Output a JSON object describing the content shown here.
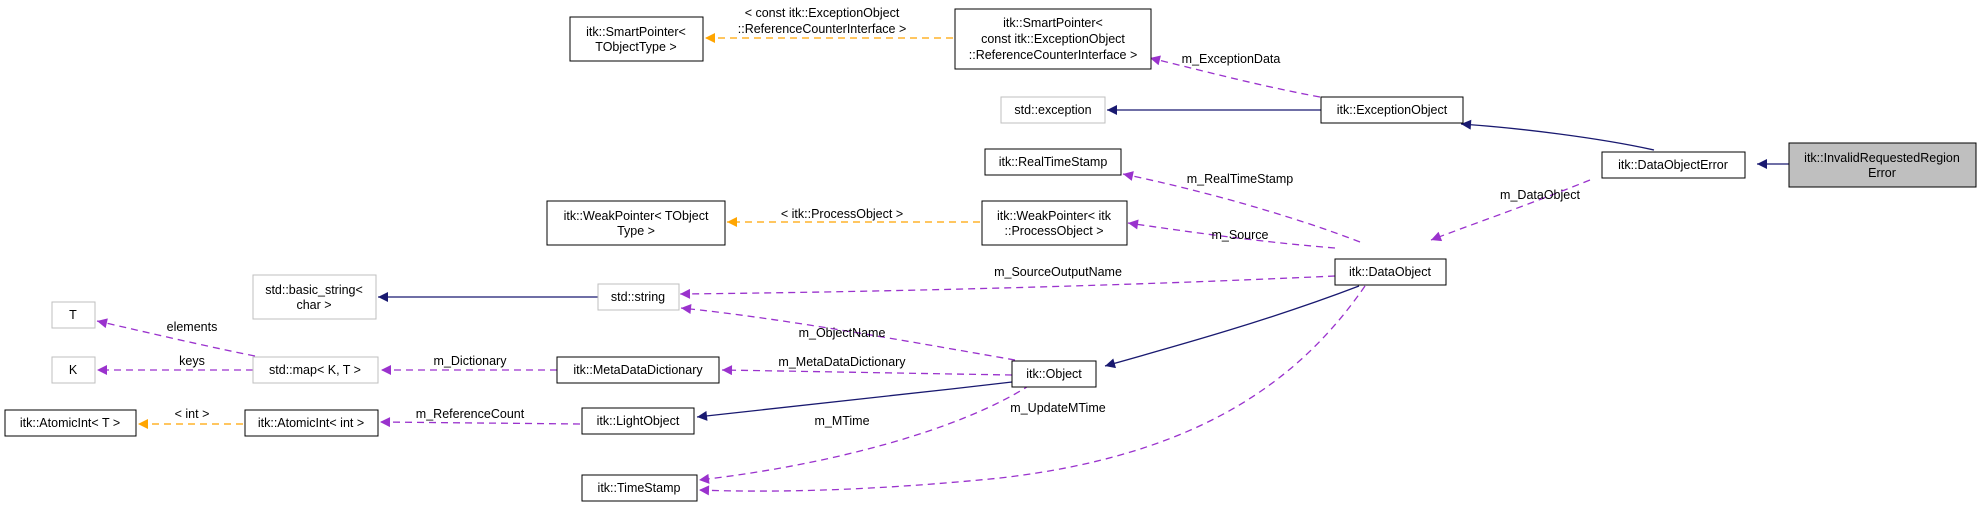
{
  "diagram": {
    "nodes": [
      {
        "id": "invalid",
        "lines": [
          "itk::InvalidRequestedRegion",
          "Error"
        ],
        "style": "focus"
      },
      {
        "id": "dataobjecterror",
        "lines": [
          "itk::DataObjectError"
        ],
        "style": "normal"
      },
      {
        "id": "exceptionobject",
        "lines": [
          "itk::ExceptionObject"
        ],
        "style": "normal"
      },
      {
        "id": "stdexception",
        "lines": [
          "std::exception"
        ],
        "style": "ext"
      },
      {
        "id": "smartptr_ref",
        "lines": [
          "itk::SmartPointer<",
          "const itk::ExceptionObject",
          "::ReferenceCounterInterface >"
        ],
        "style": "normal"
      },
      {
        "id": "smartptr_t",
        "lines": [
          "itk::SmartPointer<",
          "TObjectType >"
        ],
        "style": "normal"
      },
      {
        "id": "dataobject",
        "lines": [
          "itk::DataObject"
        ],
        "style": "normal"
      },
      {
        "id": "realtimestamp",
        "lines": [
          "itk::RealTimeStamp"
        ],
        "style": "normal"
      },
      {
        "id": "weakptr_po",
        "lines": [
          "itk::WeakPointer< itk",
          "::ProcessObject >"
        ],
        "style": "normal"
      },
      {
        "id": "weakptr_t",
        "lines": [
          "itk::WeakPointer< TObject",
          "Type >"
        ],
        "style": "normal"
      },
      {
        "id": "stdstring",
        "lines": [
          "std::string"
        ],
        "style": "ext"
      },
      {
        "id": "basicstring",
        "lines": [
          "std::basic_string<",
          "char >"
        ],
        "style": "ext"
      },
      {
        "id": "object",
        "lines": [
          "itk::Object"
        ],
        "style": "normal"
      },
      {
        "id": "metadatadict",
        "lines": [
          "itk::MetaDataDictionary"
        ],
        "style": "normal"
      },
      {
        "id": "stdmap",
        "lines": [
          "std::map< K, T >"
        ],
        "style": "ext"
      },
      {
        "id": "T",
        "lines": [
          "T"
        ],
        "style": "ext"
      },
      {
        "id": "K",
        "lines": [
          "K"
        ],
        "style": "ext"
      },
      {
        "id": "lightobject",
        "lines": [
          "itk::LightObject"
        ],
        "style": "normal"
      },
      {
        "id": "atomicint_int",
        "lines": [
          "itk::AtomicInt< int >"
        ],
        "style": "normal"
      },
      {
        "id": "atomicint_t",
        "lines": [
          "itk::AtomicInt< T >"
        ],
        "style": "normal"
      },
      {
        "id": "timestamp",
        "lines": [
          "itk::TimeStamp"
        ],
        "style": "normal"
      }
    ],
    "edges": [
      {
        "id": "e1",
        "kind": "inheritance",
        "label": ""
      },
      {
        "id": "e2",
        "kind": "inheritance",
        "label": ""
      },
      {
        "id": "e3",
        "kind": "inheritance",
        "label": ""
      },
      {
        "id": "e4",
        "kind": "usage",
        "label": "m_ExceptionData"
      },
      {
        "id": "e5",
        "kind": "template",
        "label": [
          "< const itk::ExceptionObject",
          "::ReferenceCounterInterface >"
        ]
      },
      {
        "id": "e6",
        "kind": "usage",
        "label": "m_DataObject"
      },
      {
        "id": "e7",
        "kind": "usage",
        "label": "m_RealTimeStamp"
      },
      {
        "id": "e8",
        "kind": "usage",
        "label": "m_Source"
      },
      {
        "id": "e9",
        "kind": "template",
        "label": "< itk::ProcessObject >"
      },
      {
        "id": "e10",
        "kind": "usage",
        "label": "m_SourceOutputName"
      },
      {
        "id": "e11",
        "kind": "inheritance",
        "label": ""
      },
      {
        "id": "e12",
        "kind": "inheritance",
        "label": ""
      },
      {
        "id": "e13",
        "kind": "usage",
        "label": "m_ObjectName"
      },
      {
        "id": "e14",
        "kind": "usage",
        "label": "m_MetaDataDictionary"
      },
      {
        "id": "e15",
        "kind": "usage",
        "label": "m_Dictionary"
      },
      {
        "id": "e16",
        "kind": "usage",
        "label": "elements"
      },
      {
        "id": "e17",
        "kind": "usage",
        "label": "keys"
      },
      {
        "id": "e18",
        "kind": "inheritance",
        "label": ""
      },
      {
        "id": "e19",
        "kind": "usage",
        "label": "m_ReferenceCount"
      },
      {
        "id": "e20",
        "kind": "template",
        "label": "< int >"
      },
      {
        "id": "e21",
        "kind": "usage",
        "label": "m_MTime"
      },
      {
        "id": "e22",
        "kind": "usage",
        "label": "m_UpdateMTime"
      }
    ],
    "colors": {
      "inheritance": "#191970",
      "usage": "#9a32cd",
      "template": "#ffa500",
      "focus_fill": "#bfbfbf",
      "external_border": "#bfbfbf"
    }
  }
}
